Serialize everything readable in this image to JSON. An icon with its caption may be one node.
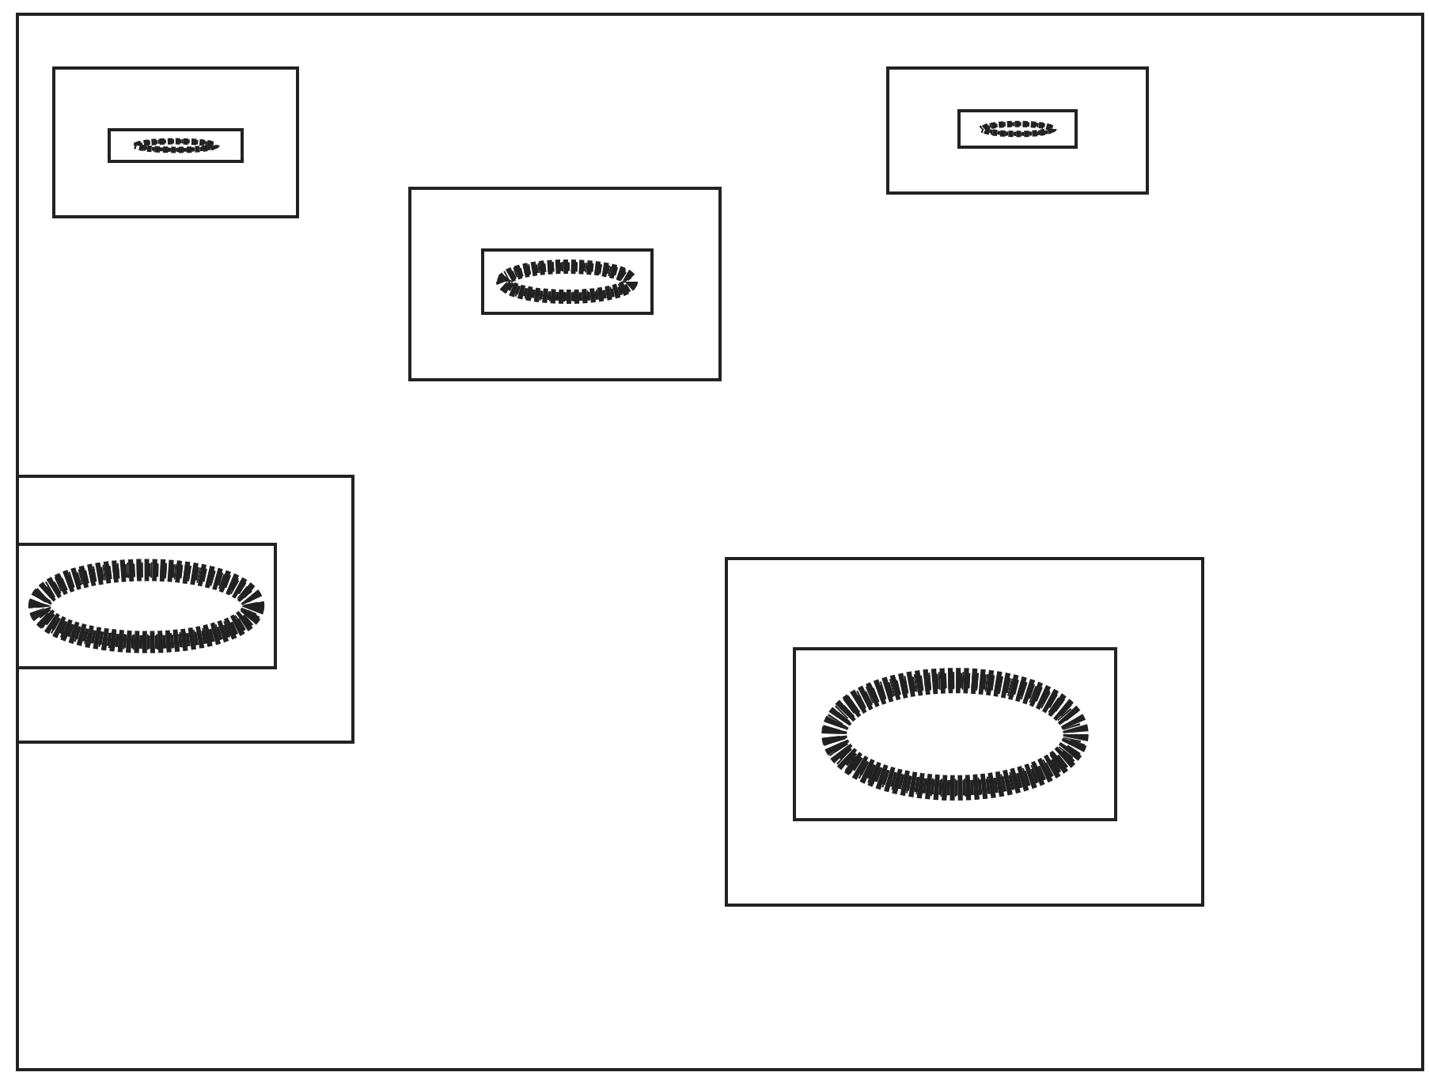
{
  "diagram": {
    "nodes": [
      {
        "text": [],
        "shape": "box"
      },
      {
        "text": [],
        "shape": "box",
        "in": 0
      },
      {
        "text": [],
        "shape": "box"
      },
      {
        "text": [],
        "shape": "box",
        "in": 2
      },
      {
        "text": [],
        "shape": "box"
      },
      {
        "text": [],
        "shape": "box",
        "in": 4
      },
      {
        "text": [],
        "shape": "box"
      },
      {
        "text": [],
        "shape": "box",
        "in": 6
      },
      {
        "text": [],
        "shape": "box"
      },
      {
        "text": [],
        "shape": "box",
        "in": 8
      }
    ]
  }
}
